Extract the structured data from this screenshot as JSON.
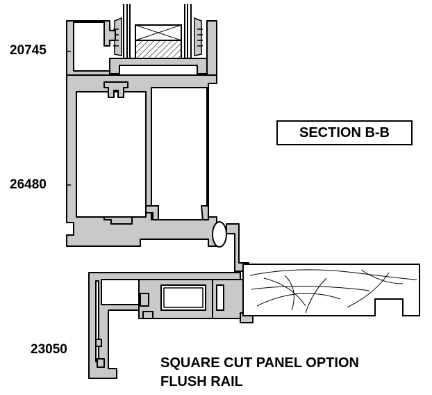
{
  "part_numbers": {
    "top_profile": "20745",
    "middle_profile": "26480",
    "bottom_profile": "23050"
  },
  "section_title": "SECTION B-B",
  "note": {
    "line1": "SQUARE CUT PANEL OPTION",
    "line2": "FLUSH RAIL"
  },
  "colors": {
    "profile_fill": "#c9c9c9",
    "outline": "#000000",
    "panel_fill": "#ffffff"
  }
}
